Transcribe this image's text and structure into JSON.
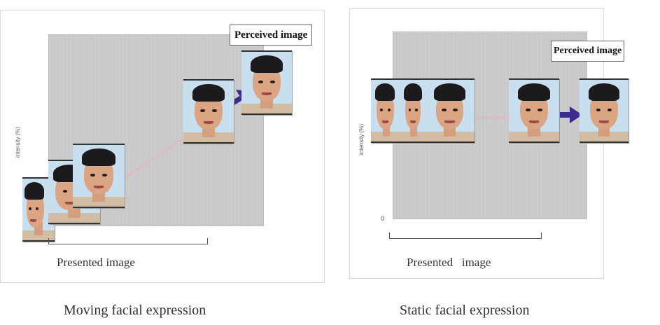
{
  "left_panel": {
    "perceived_label": "Perceived image",
    "presented_label": "Presented image",
    "y_axis_label": "intensity (%)",
    "caption": "Moving facial expression"
  },
  "right_panel": {
    "perceived_label": "Perceived image",
    "presented_label": "Presented   image",
    "y_axis_label": "intensity (%)",
    "zero_label": "0",
    "caption": "Static facial expression"
  },
  "colors": {
    "arrow": "#3b2b8f",
    "trend_line": "#f2a9c0",
    "face_background": "#c8dff0"
  }
}
